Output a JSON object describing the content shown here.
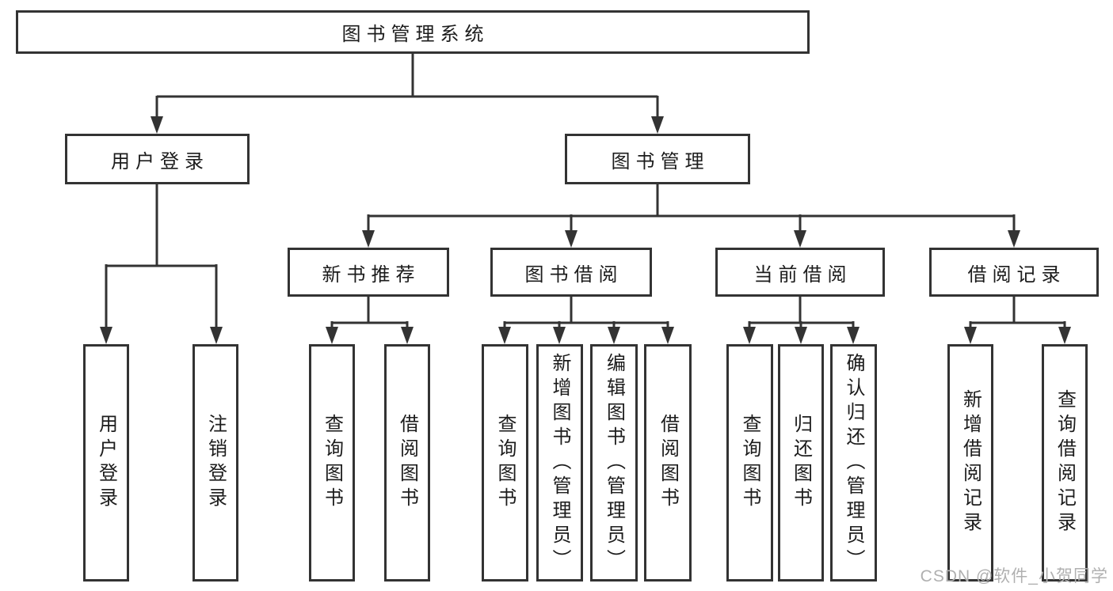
{
  "diagram": {
    "title": "图书管理系统",
    "level2": {
      "user_login": "用户登录",
      "book_management": "图书管理"
    },
    "level3": {
      "new_books": "新书推荐",
      "book_borrow": "图书借阅",
      "current_borrow": "当前借阅",
      "borrow_records": "借阅记录"
    },
    "leaves": {
      "login": "用户登录",
      "logout": "注销登录",
      "new_books_query": "查询图书",
      "new_books_borrow": "借阅图书",
      "borrow_query": "查询图书",
      "borrow_add_admin": "新增图书（管理员）",
      "borrow_edit_admin": "编辑图书（管理员）",
      "borrow_borrow": "借阅图书",
      "current_query": "查询图书",
      "current_return": "归还图书",
      "current_confirm_admin": "确认归还（管理员）",
      "records_add": "新增借阅记录",
      "records_query": "查询借阅记录"
    }
  },
  "watermark": "CSDN @软件_小贺同学",
  "colors": {
    "line": "#333333",
    "text": "#1c1c1c",
    "watermark": "#b0b0b0",
    "background": "#ffffff"
  }
}
